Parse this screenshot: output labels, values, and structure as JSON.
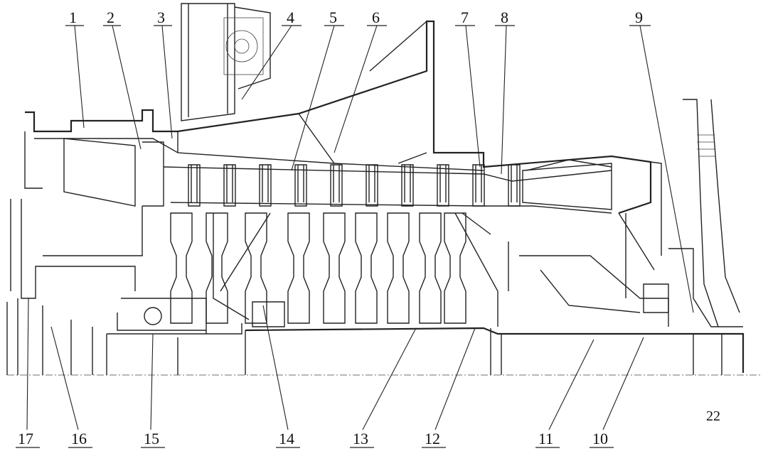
{
  "figure_number": "22",
  "callouts_top": [
    "1",
    "2",
    "3",
    "4",
    "5",
    "6",
    "7",
    "8",
    "9"
  ],
  "callouts_bottom": [
    "17",
    "16",
    "15",
    "14",
    "13",
    "12",
    "11",
    "10"
  ]
}
